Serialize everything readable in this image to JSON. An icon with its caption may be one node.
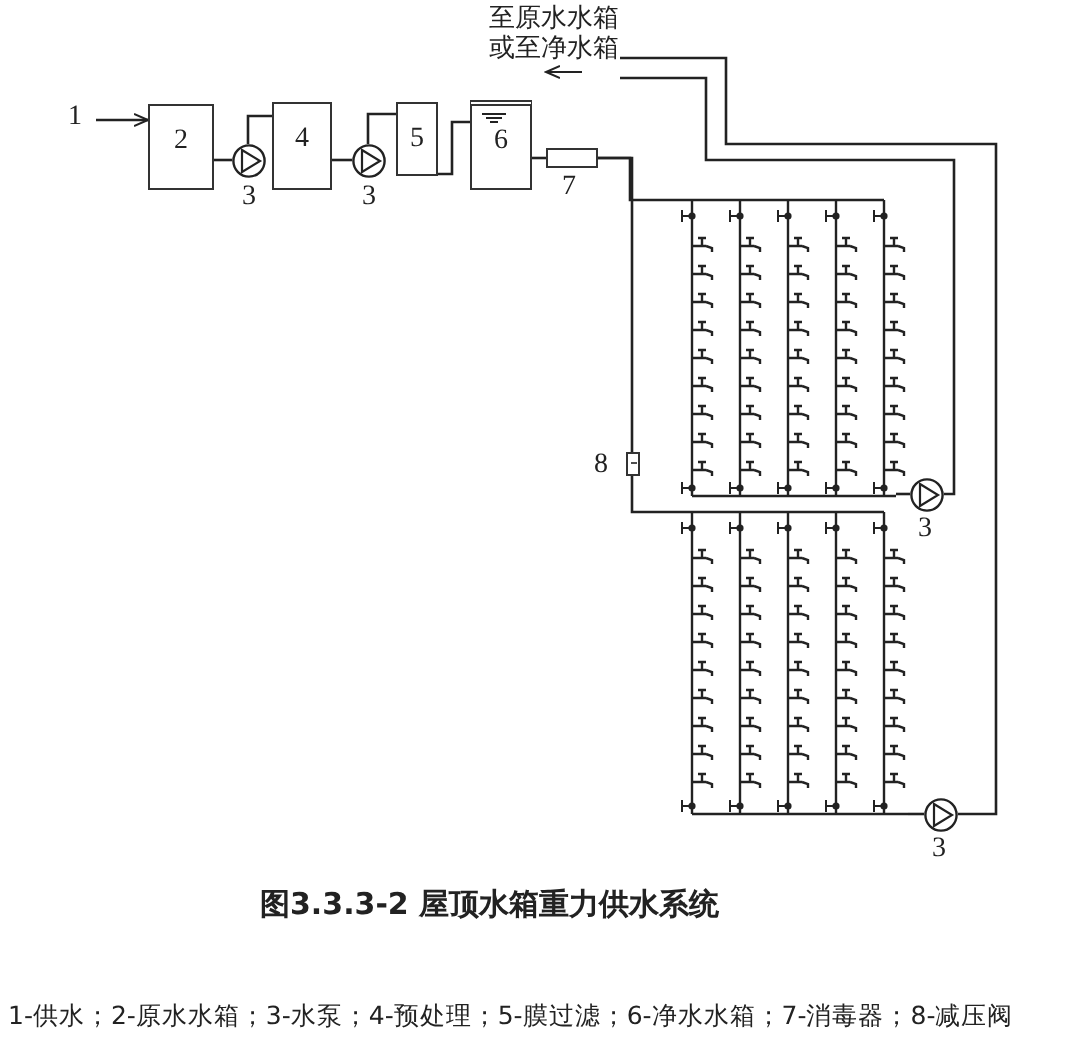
{
  "diagram": {
    "caption": "图3.3.3-2 屋顶水箱重力供水系统",
    "nodes": [
      {
        "text": [
          "1"
        ]
      },
      {
        "text": [
          "2"
        ]
      },
      {
        "text": [],
        "shape": "circle",
        "beside": [
          "3"
        ]
      },
      {
        "text": [
          "4"
        ]
      },
      {
        "text": [],
        "shape": "circle",
        "beside": [
          "3"
        ]
      },
      {
        "text": [
          "5"
        ]
      },
      {
        "text": [
          "6"
        ]
      },
      {
        "text": [],
        "shape": "box",
        "beside": [
          "7"
        ]
      },
      {
        "text": [],
        "shape": "picture"
      },
      {
        "text": [],
        "shape": "circle",
        "beside": [
          "3"
        ]
      },
      {
        "text": [],
        "shape": "box",
        "beside": [
          "8"
        ]
      },
      {
        "text": [],
        "shape": "picture"
      },
      {
        "text": [],
        "shape": "circle",
        "beside": [
          "3"
        ]
      },
      {
        "text": [
          "至原水水箱或至净水箱"
        ]
      }
    ],
    "edges": [
      {
        "from": 0,
        "to": 1,
        "arrow": "to"
      },
      {
        "from": 1,
        "to": 2,
        "arrow": "none"
      },
      {
        "from": 2,
        "to": 3,
        "arrow": "none"
      },
      {
        "from": 3,
        "to": 4,
        "arrow": "none"
      },
      {
        "from": 4,
        "to": 5,
        "arrow": "none"
      },
      {
        "from": 5,
        "to": 6,
        "arrow": "none"
      },
      {
        "from": 6,
        "to": 7,
        "arrow": "none"
      },
      {
        "from": 7,
        "to": 8,
        "arrow": "none"
      },
      {
        "from": 7,
        "to": 10,
        "arrow": "none"
      },
      {
        "from": 8,
        "to": 9,
        "arrow": "none"
      },
      {
        "from": 9,
        "to": 13,
        "arrow": "none"
      },
      {
        "from": 10,
        "to": 11,
        "arrow": "none"
      },
      {
        "from": 11,
        "to": 12,
        "arrow": "none"
      },
      {
        "from": 12,
        "to": 13,
        "arrow": "none"
      }
    ],
    "labels": [
      "1-供水；2-原水水箱；3-水泵；4-预处理；5-膜过滤；6-净水水箱；7-消毒器；8-减压阀"
    ]
  }
}
